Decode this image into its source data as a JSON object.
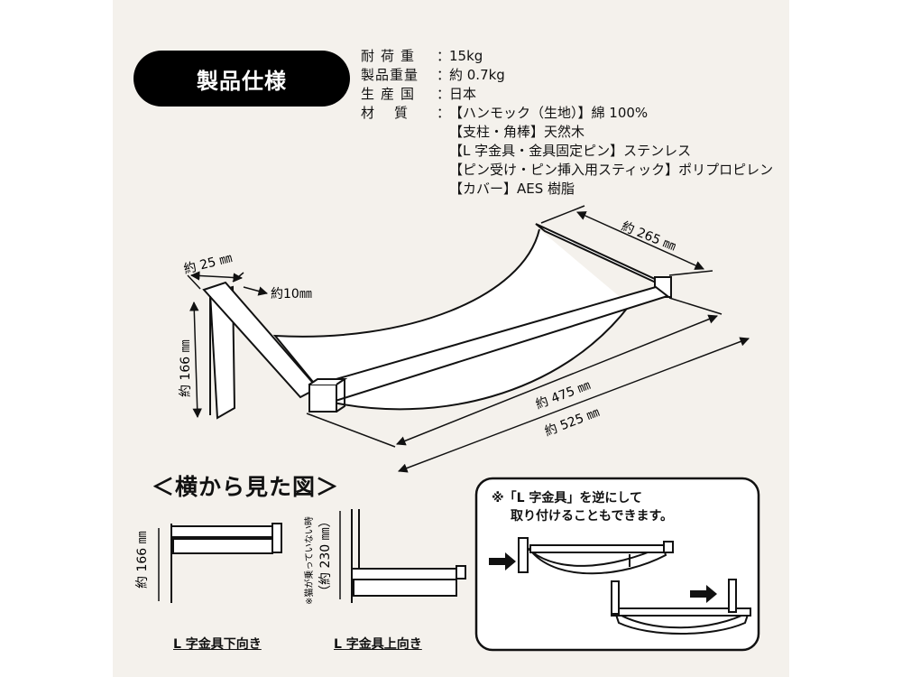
{
  "title": "製品仕様",
  "specs": [
    {
      "label": "耐荷重",
      "value": "15kg"
    },
    {
      "label": "製品重量",
      "value": "約 0.7kg"
    },
    {
      "label": "生産国",
      "value": "日本"
    },
    {
      "label": "材質",
      "value": "【ハンモック（生地）】綿 100%"
    }
  ],
  "materials_more": [
    "【支柱・角棒】天然木",
    "【L 字金具・金具固定ピン】ステンレス",
    "【ピン受け・ピン挿入用スティック】ポリプロピレン",
    "【カバー】AES 樹脂"
  ],
  "dimensions": {
    "depth": "約 265 ㎜",
    "post_width": "約 25 ㎜",
    "bar": "約10㎜",
    "height": "約 166 ㎜",
    "inner_width": "約 475 ㎜",
    "outer_width": "約 525 ㎜"
  },
  "side_view": {
    "title": "＜横から見た図＞",
    "down_height": "約 166 ㎜",
    "up_height": "（約 230 ㎜）",
    "up_note": "※猫が乗っていない時",
    "caption_down": "L 字金具下向き",
    "caption_up": "L 字金具上向き"
  },
  "note": {
    "line1": "※「L 字金具」を逆にして",
    "line2": "取り付けることもできます。"
  }
}
